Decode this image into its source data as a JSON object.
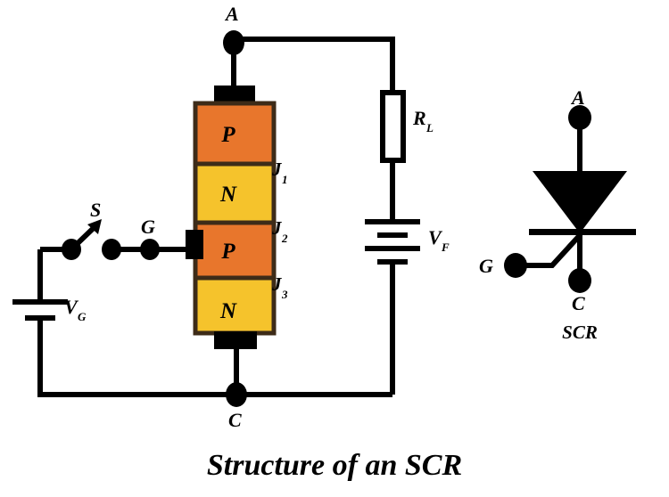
{
  "title": "Structure of an SCR",
  "colors": {
    "p_layer": "#E8762C",
    "n_layer": "#F5C32C",
    "layer_border": "#3D2B18",
    "wire": "#000000",
    "background": "#FFFFFF"
  },
  "structure": {
    "layers": [
      {
        "label": "P",
        "type": "p",
        "fill": "#E8762C"
      },
      {
        "label": "N",
        "type": "n",
        "fill": "#F5C32C"
      },
      {
        "label": "P",
        "type": "p",
        "fill": "#E8762C"
      },
      {
        "label": "N",
        "type": "n",
        "fill": "#F5C32C"
      }
    ],
    "junctions": [
      {
        "label": "J",
        "subscript": "1"
      },
      {
        "label": "J",
        "subscript": "2"
      },
      {
        "label": "J",
        "subscript": "3"
      }
    ]
  },
  "terminals": {
    "anode": "A",
    "cathode": "C",
    "gate": "G",
    "switch": "S"
  },
  "components": {
    "load_resistor": {
      "label": "R",
      "subscript": "L"
    },
    "forward_supply": {
      "label": "V",
      "subscript": "F"
    },
    "gate_supply": {
      "label": "V",
      "subscript": "G"
    }
  },
  "symbol": {
    "name": "SCR",
    "anode": "A",
    "cathode": "C",
    "gate": "G"
  }
}
